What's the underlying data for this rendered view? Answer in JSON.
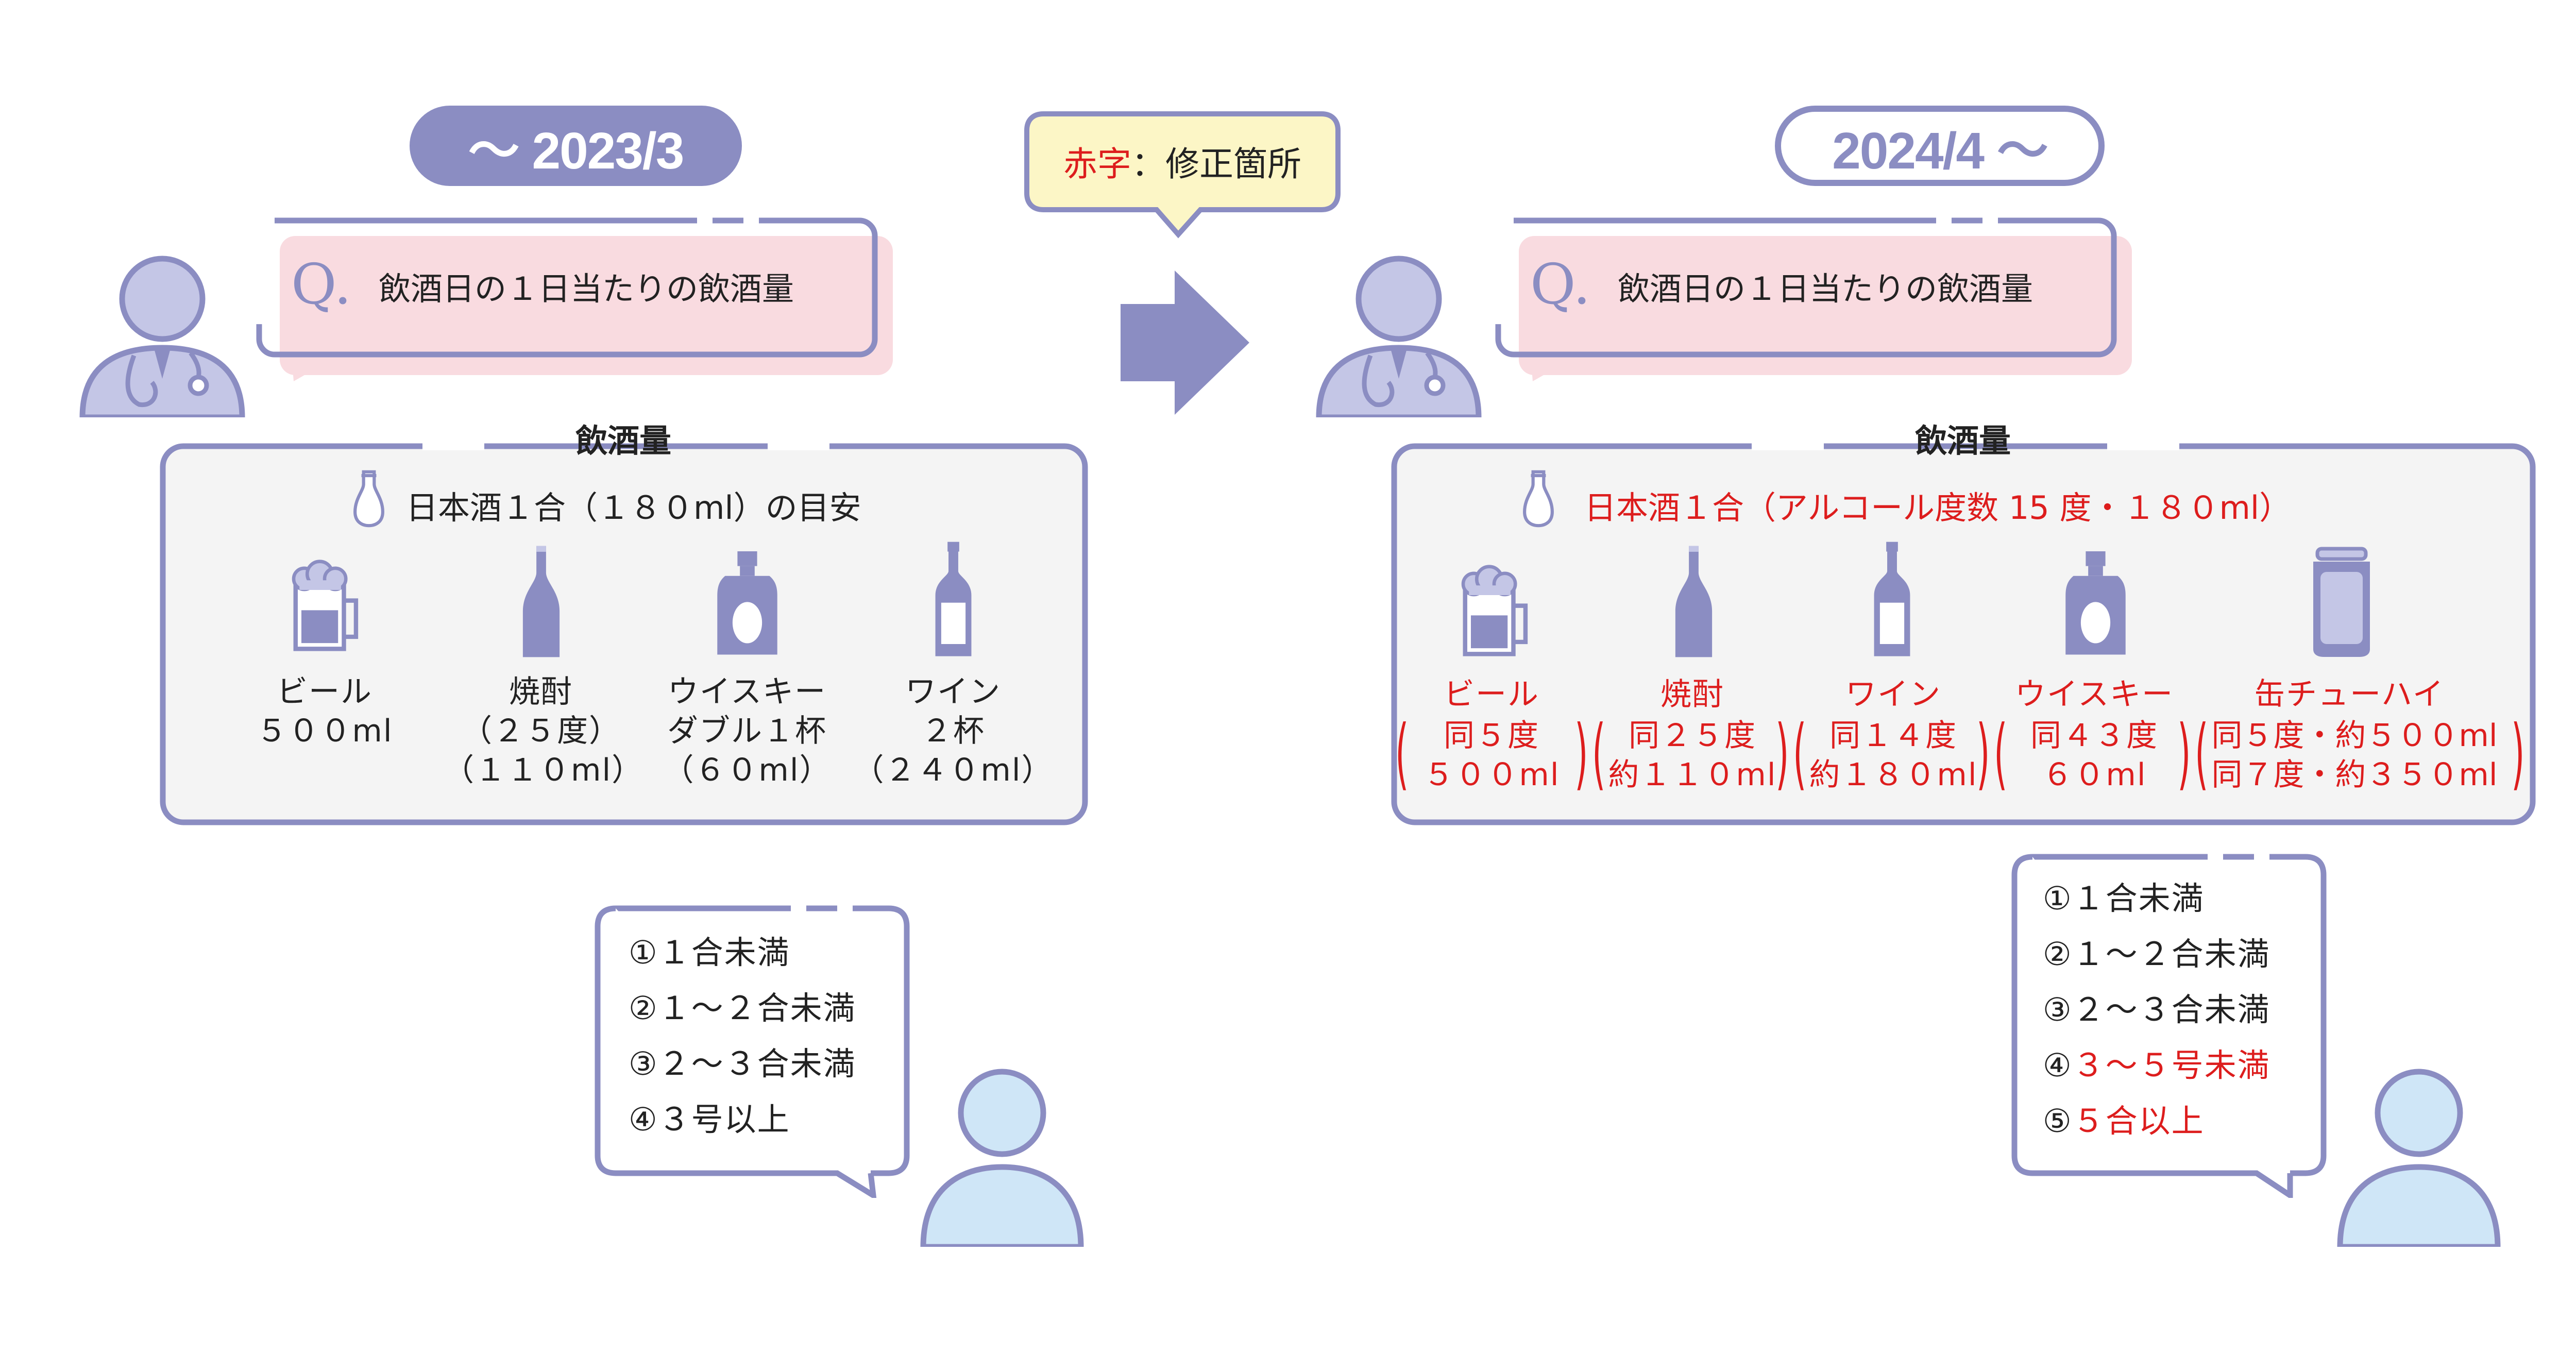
{
  "banner": {
    "red_label": "赤字",
    "text": "：修正箇所"
  },
  "colors": {
    "purple": "#8b8dc2",
    "light_purple": "#c4c6e6",
    "pink": "#f9dbe0",
    "red": "#dd1d1d",
    "blue": "#cfe6f7",
    "panel_bg": "#f4f4f4"
  },
  "before": {
    "period": "～ 2023/3",
    "question": {
      "mark": "Q.",
      "text": "飲酒日の１日当たりの飲酒量"
    },
    "panel_title": "飲酒量",
    "reference": "日本酒１合（１８０ml）の目安",
    "drinks": [
      {
        "icon": "beer-mug-icon",
        "lines": [
          "ビール",
          "５００ml"
        ]
      },
      {
        "icon": "shochu-bottle-icon",
        "lines": [
          "焼酎",
          "（２５度）",
          "（１１０ml）"
        ]
      },
      {
        "icon": "whisky-bottle-icon",
        "lines": [
          "ウイスキー",
          "ダブル１杯",
          "（６０ml）"
        ]
      },
      {
        "icon": "wine-bottle-icon",
        "lines": [
          "ワイン",
          "２杯",
          "（２４０ml）"
        ]
      }
    ],
    "options": [
      "①１合未満",
      "②１～２合未満",
      "③２～３合未満",
      "④３号以上"
    ]
  },
  "after": {
    "period": "2024/4 ～",
    "question": {
      "mark": "Q.",
      "text": "飲酒日の１日当たりの飲酒量"
    },
    "panel_title": "飲酒量",
    "reference": "日本酒１合（アルコール度数 15 度・１８０ml）",
    "drinks": [
      {
        "icon": "beer-mug-icon",
        "name": "ビール",
        "lines": [
          "同５度",
          "５００ml"
        ]
      },
      {
        "icon": "shochu-bottle-icon",
        "name": "焼酎",
        "lines": [
          "同２５度",
          "約１１０ml"
        ]
      },
      {
        "icon": "wine-bottle-icon",
        "name": "ワイン",
        "lines": [
          "同１４度",
          "約１８０ml"
        ]
      },
      {
        "icon": "whisky-bottle-icon",
        "name": "ウイスキー",
        "lines": [
          "同４３度",
          "６０ml"
        ]
      },
      {
        "icon": "can-icon",
        "name": "缶チューハイ",
        "lines": [
          "同５度・約５００ml",
          "同７度・約３５０ml"
        ]
      }
    ],
    "options": [
      {
        "num": "①",
        "text": "１合未満",
        "changed": false
      },
      {
        "num": "②",
        "text": "１～２合未満",
        "changed": false
      },
      {
        "num": "③",
        "text": "２～３合未満",
        "changed": false
      },
      {
        "num": "④",
        "text": "３～５号未満",
        "changed": true
      },
      {
        "num": "⑤",
        "text": "５合以上",
        "changed": true
      }
    ]
  }
}
